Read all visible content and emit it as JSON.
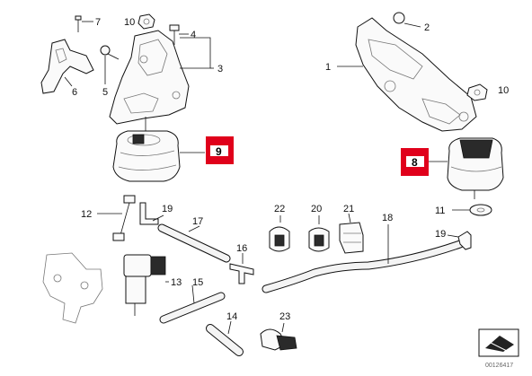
{
  "diagram": {
    "labels": {
      "l1": "1",
      "l2": "2",
      "l3": "3",
      "l4": "4",
      "l5": "5",
      "l6": "6",
      "l7": "7",
      "l8": "8",
      "l9": "9",
      "l10a": "10",
      "l10b": "10",
      "l11": "11",
      "l12": "12",
      "l13": "13",
      "l14": "14",
      "l15": "15",
      "l16": "16",
      "l17": "17",
      "l18": "18",
      "l19a": "19",
      "l19b": "19",
      "l20": "20",
      "l21": "21",
      "l22": "22",
      "l23": "23"
    },
    "highlight_color": "#e0001b",
    "reference_code": "00126417"
  }
}
